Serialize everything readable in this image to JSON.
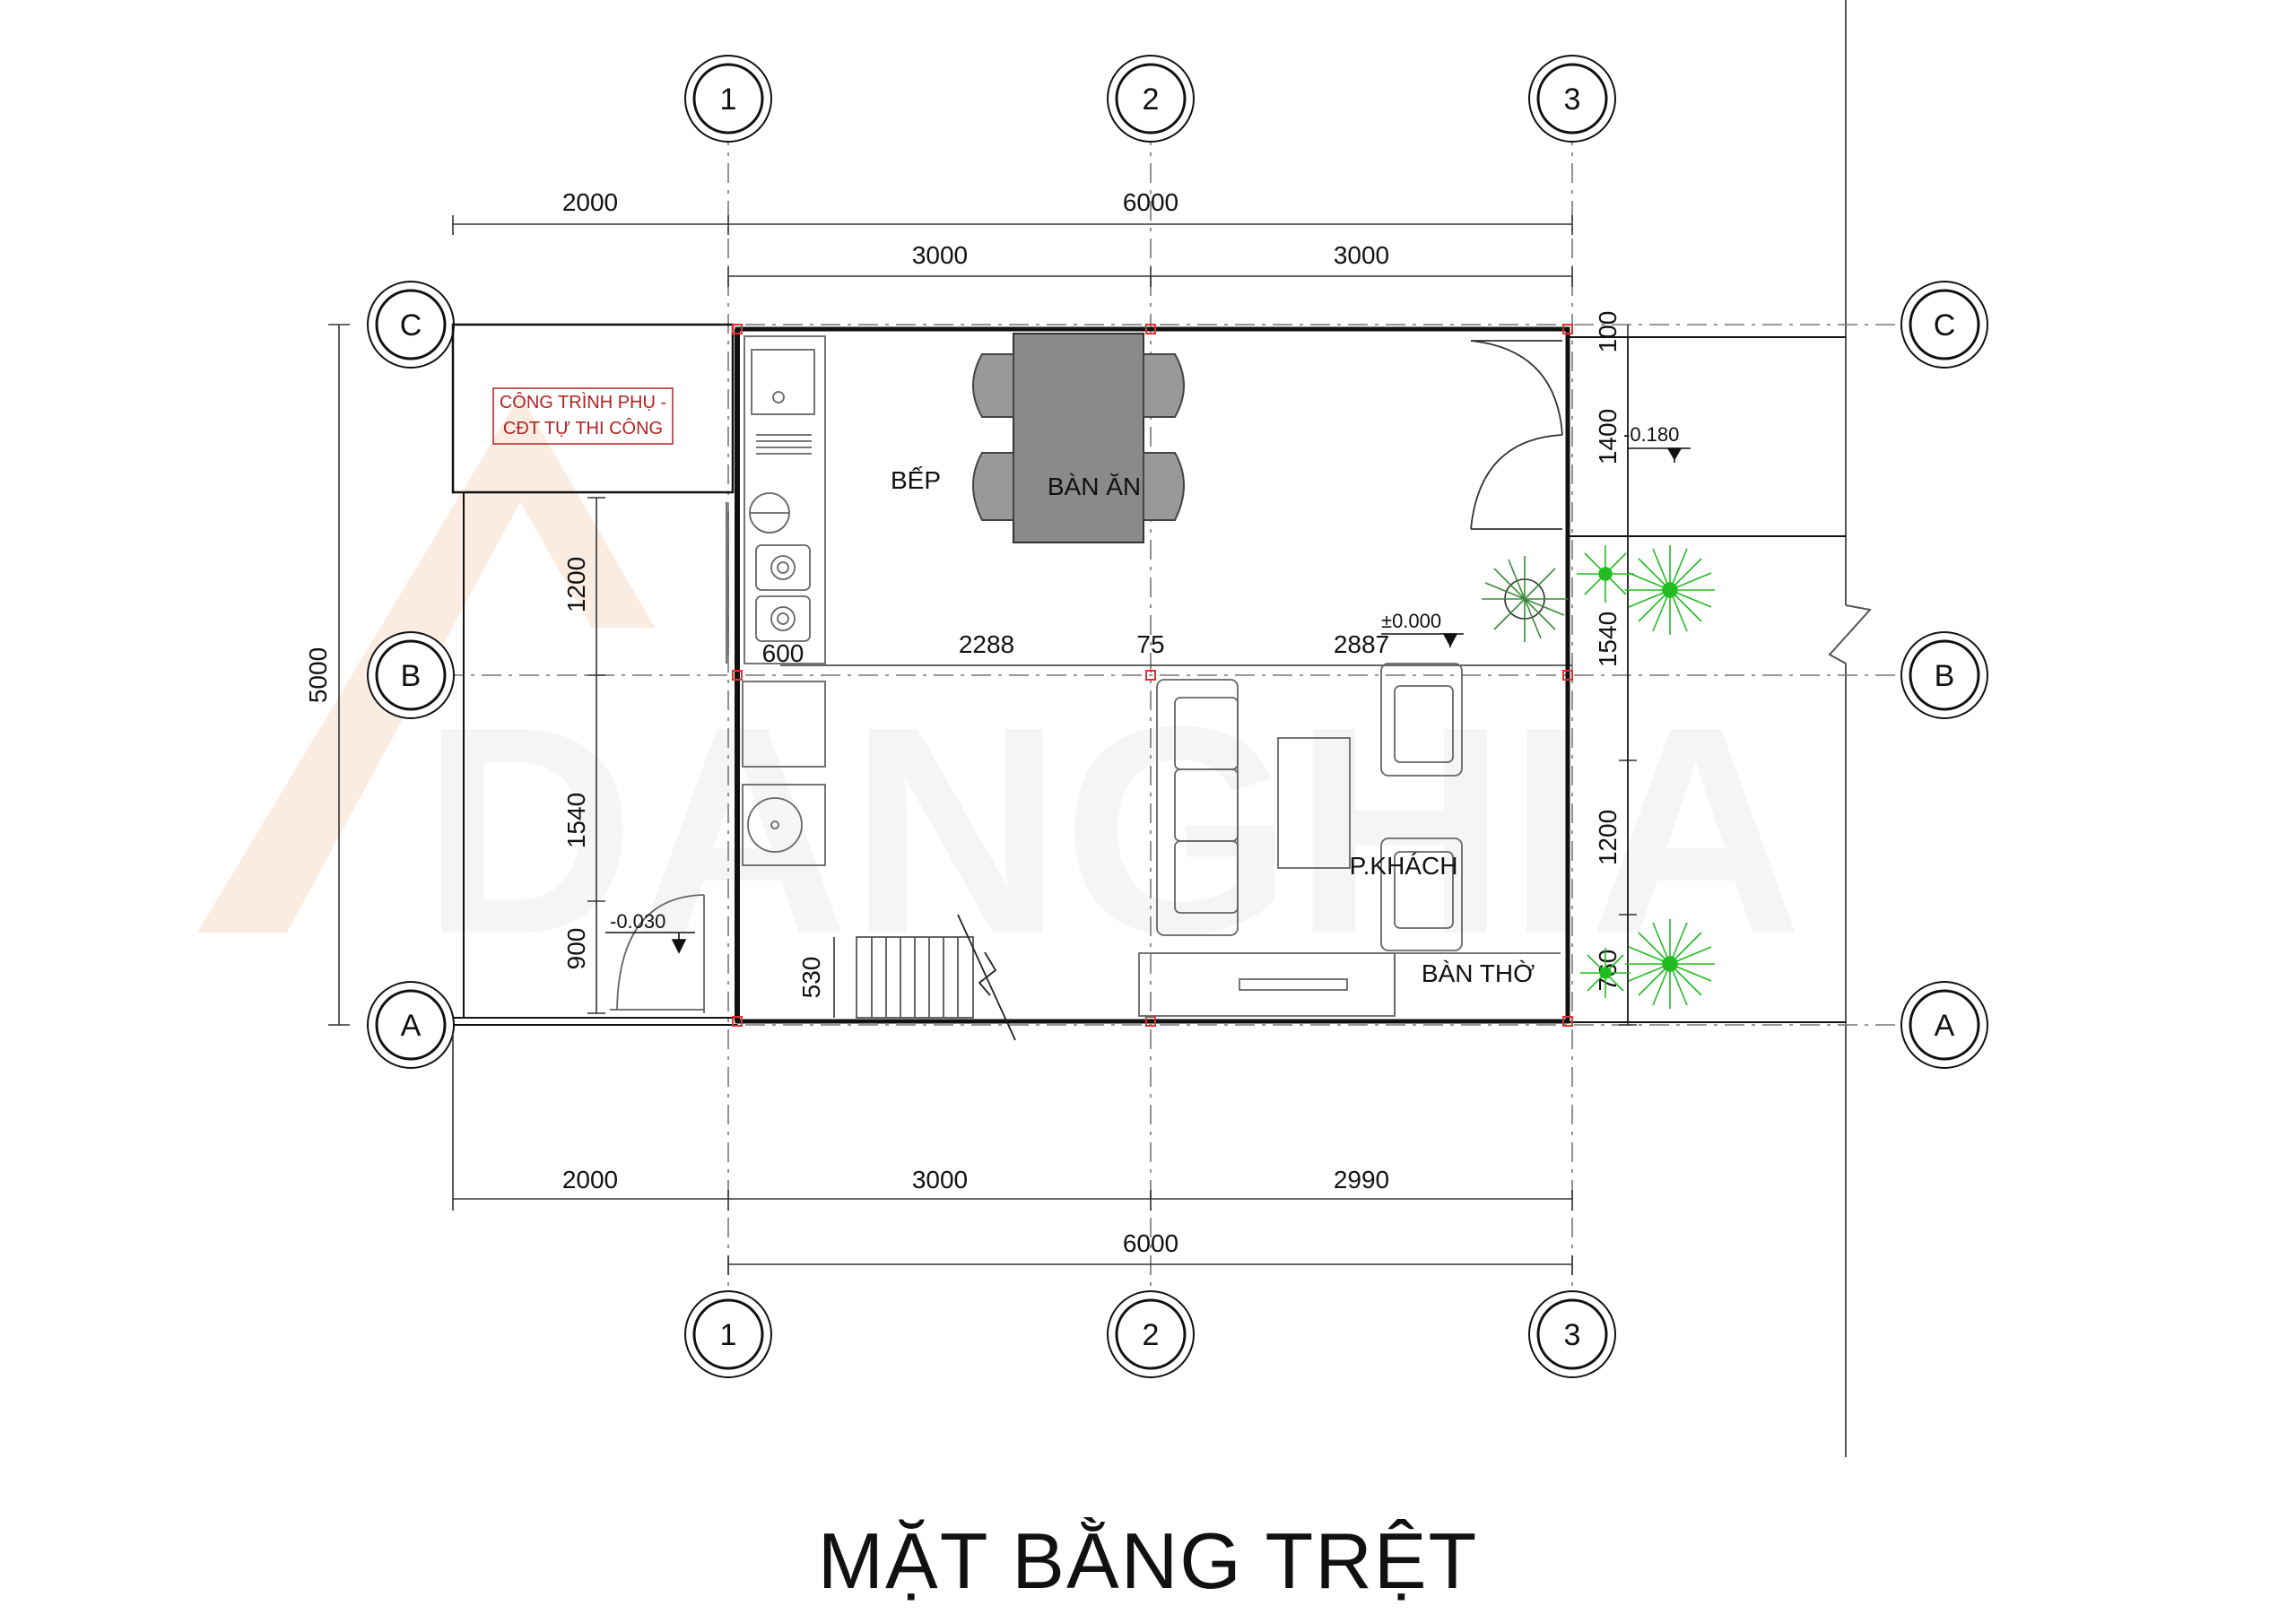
{
  "title": "MẶT BẰNG TRỆT",
  "watermark": "DANGHIA",
  "colors": {
    "line": "#111111",
    "note": "#b22222",
    "plant": "#22bb22",
    "furniture": "#999999",
    "watermark": "#f4f6f8"
  },
  "grid": {
    "columns": [
      "1",
      "2",
      "3"
    ],
    "rows": [
      "C",
      "B",
      "A"
    ]
  },
  "dimensions": {
    "top_overall": [
      "2000",
      "6000"
    ],
    "top_split": [
      "3000",
      "3000"
    ],
    "bottom_split": [
      "2000",
      "3000",
      "2990"
    ],
    "bottom_overall": "6000",
    "left_overall": "5000",
    "left_inner": [
      "1200",
      "1540",
      "900"
    ],
    "right_side": [
      "100",
      "1400",
      "1540",
      "1200",
      "760"
    ],
    "axis_b_inner": [
      "600",
      "2288",
      "75",
      "2887"
    ],
    "stair": "530"
  },
  "levels": {
    "living": "±0.000",
    "yard": "-0.030",
    "entry": "-0.180"
  },
  "rooms": {
    "kitchen": "BẾP",
    "dining": "BÀN ĂN",
    "living": "P.KHÁCH",
    "altar": "BÀN THỜ"
  },
  "note": {
    "line1": "CÔNG TRÌNH PHỤ -",
    "line2": "CĐT TỰ THI CÔNG"
  }
}
